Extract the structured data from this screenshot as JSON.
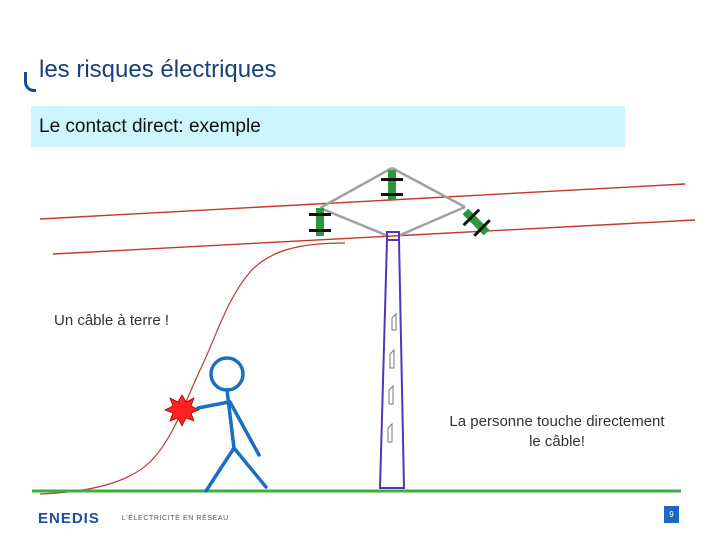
{
  "slide": {
    "title": "les risques électriques",
    "subtitle": "Le contact direct: exemple",
    "page_number": "9"
  },
  "labels": {
    "cable_to_ground": "Un câble à terre !",
    "person_touches_line1": "La personne touche directement",
    "person_touches_line2": "le câble!"
  },
  "footer": {
    "logo": "ENEDIS",
    "tagline": "L'ÉLECTRICITÉ EN RÉSEAU"
  },
  "colors": {
    "title": "#1a3e7a",
    "subtitle_bg": "#ccf6fb",
    "power_line": "#c0392b",
    "pole_outline": "#5533bb",
    "ground": "#3cb03c",
    "person": "#1a6fc0",
    "spark": "#ff2222",
    "insulator": "#2a9a3a",
    "page_badge": "#1c67c4"
  }
}
